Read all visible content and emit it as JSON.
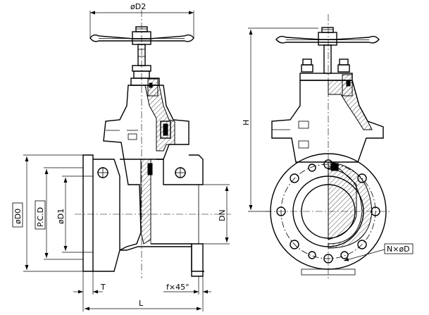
{
  "labels": {
    "d2": "øD2",
    "h": "H",
    "d0": "øD0",
    "pcd": "P.C.D",
    "d1": "øD1",
    "dn": "DN",
    "t": "T",
    "chamfer": "f×45°",
    "l": "L",
    "bolt_holes": "N×øD"
  }
}
